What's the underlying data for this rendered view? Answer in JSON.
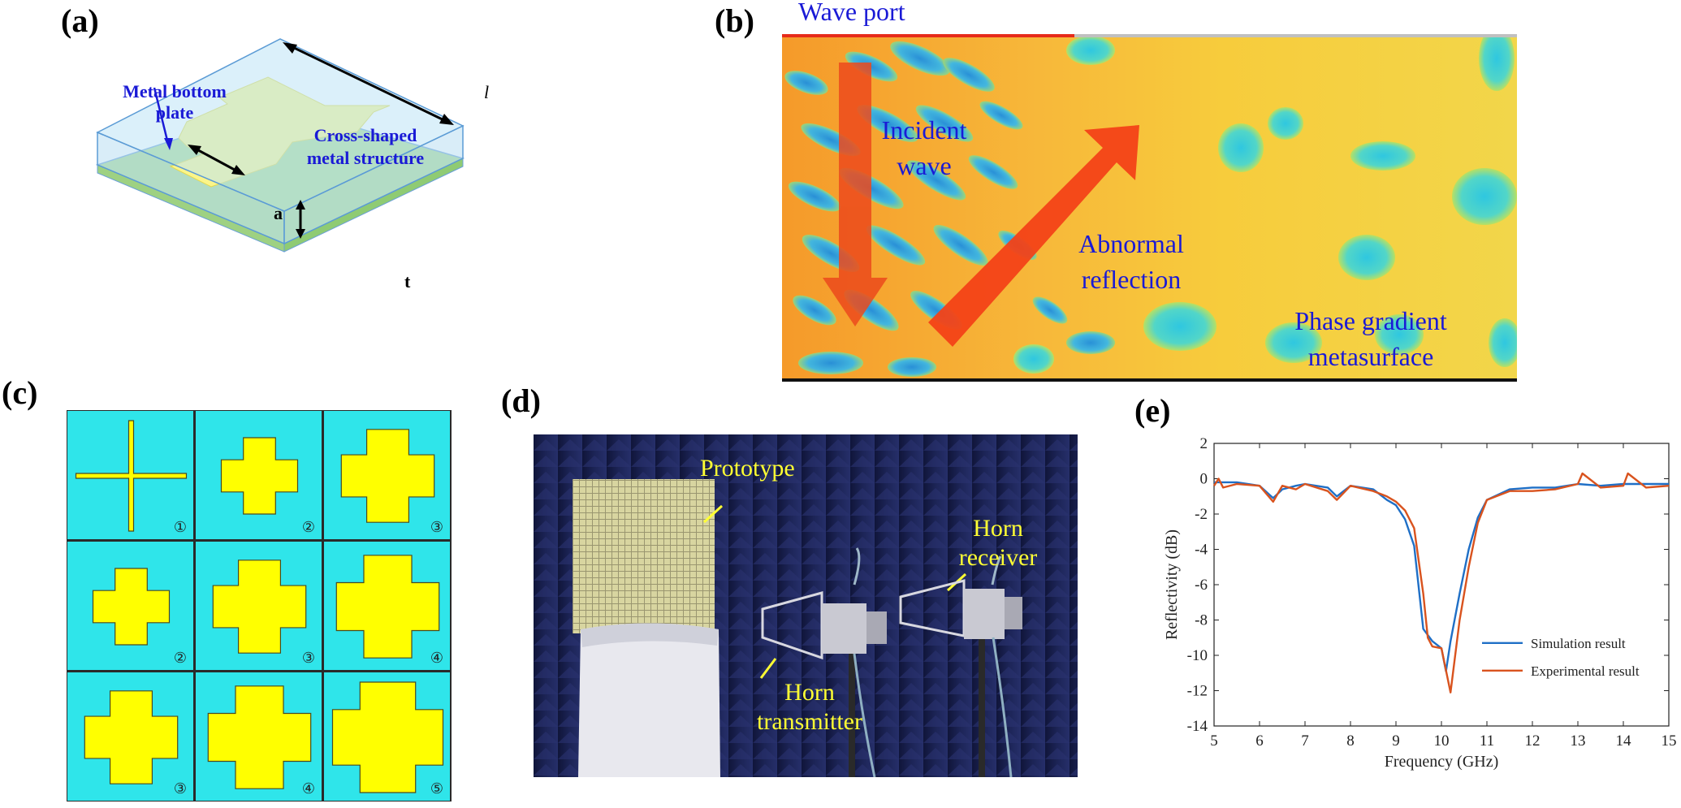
{
  "panels": {
    "a": {
      "label": "(a)",
      "metal_bottom_plate": "Metal bottom plate",
      "cross_shaped": "Cross-shaped metal structure",
      "dim_a": "a",
      "dim_l": "l",
      "dim_t": "t"
    },
    "b": {
      "label": "(b)",
      "wave_port": "Wave port",
      "incident_wave": "Incident wave",
      "abnormal_reflection": "Abnormal reflection",
      "phase_gradient": "Phase gradient metasurface"
    },
    "c": {
      "label": "(c)",
      "cells": [
        {
          "num": "①",
          "size": 0.12
        },
        {
          "num": "②",
          "size": 0.55
        },
        {
          "num": "③",
          "size": 0.72
        },
        {
          "num": "②",
          "size": 0.55
        },
        {
          "num": "③",
          "size": 0.72
        },
        {
          "num": "④",
          "size": 0.82
        },
        {
          "num": "③",
          "size": 0.72
        },
        {
          "num": "④",
          "size": 0.82
        },
        {
          "num": "⑤",
          "size": 0.95
        }
      ]
    },
    "d": {
      "label": "(d)",
      "prototype": "Prototype",
      "horn_receiver": "Horn receiver",
      "horn_transmitter": "Horn transmitter"
    },
    "e": {
      "label": "(e)"
    }
  },
  "chart_data": {
    "type": "line",
    "xlabel": "Frequency (GHz)",
    "ylabel": "Reflectivity (dB)",
    "xlim": [
      5,
      15
    ],
    "ylim": [
      -14,
      2
    ],
    "xticks": [
      5,
      6,
      7,
      8,
      9,
      10,
      11,
      12,
      13,
      14,
      15
    ],
    "yticks": [
      2,
      0,
      -2,
      -4,
      -6,
      -8,
      -10,
      -12,
      -14
    ],
    "legend_position": "bottom-right",
    "series": [
      {
        "name": "Simulation result",
        "color": "#1f6fc6",
        "x": [
          5,
          5.5,
          6,
          6.3,
          6.5,
          6.8,
          7,
          7.5,
          7.7,
          8,
          8.5,
          8.8,
          9,
          9.2,
          9.4,
          9.6,
          9.8,
          10,
          10.1,
          10.2,
          10.4,
          10.6,
          10.8,
          11,
          11.5,
          12,
          12.5,
          13,
          13.5,
          14,
          14.5,
          15
        ],
        "y": [
          -0.2,
          -0.2,
          -0.4,
          -1.1,
          -0.6,
          -0.4,
          -0.3,
          -0.5,
          -1.0,
          -0.4,
          -0.6,
          -1.2,
          -1.5,
          -2.3,
          -3.8,
          -8.5,
          -9.2,
          -9.6,
          -10.9,
          -9.2,
          -6.5,
          -4.0,
          -2.2,
          -1.2,
          -0.6,
          -0.5,
          -0.5,
          -0.3,
          -0.4,
          -0.3,
          -0.3,
          -0.3
        ]
      },
      {
        "name": "Experimental result",
        "color": "#d9531e",
        "x": [
          5,
          5.1,
          5.2,
          5.5,
          6,
          6.3,
          6.5,
          6.8,
          7,
          7.5,
          7.7,
          8,
          8.5,
          8.8,
          9,
          9.2,
          9.4,
          9.6,
          9.7,
          9.8,
          10,
          10.2,
          10.4,
          10.6,
          10.8,
          11,
          11.5,
          12,
          12.5,
          13,
          13.1,
          13.5,
          14,
          14.1,
          14.5,
          15
        ],
        "y": [
          -0.4,
          0.0,
          -0.5,
          -0.3,
          -0.4,
          -1.3,
          -0.4,
          -0.6,
          -0.3,
          -0.7,
          -1.2,
          -0.4,
          -0.7,
          -1.0,
          -1.3,
          -1.8,
          -2.8,
          -6.5,
          -9.0,
          -9.5,
          -9.6,
          -12.1,
          -8.0,
          -5.0,
          -2.5,
          -1.2,
          -0.7,
          -0.7,
          -0.6,
          -0.3,
          0.3,
          -0.5,
          -0.4,
          0.3,
          -0.5,
          -0.4
        ]
      }
    ]
  }
}
